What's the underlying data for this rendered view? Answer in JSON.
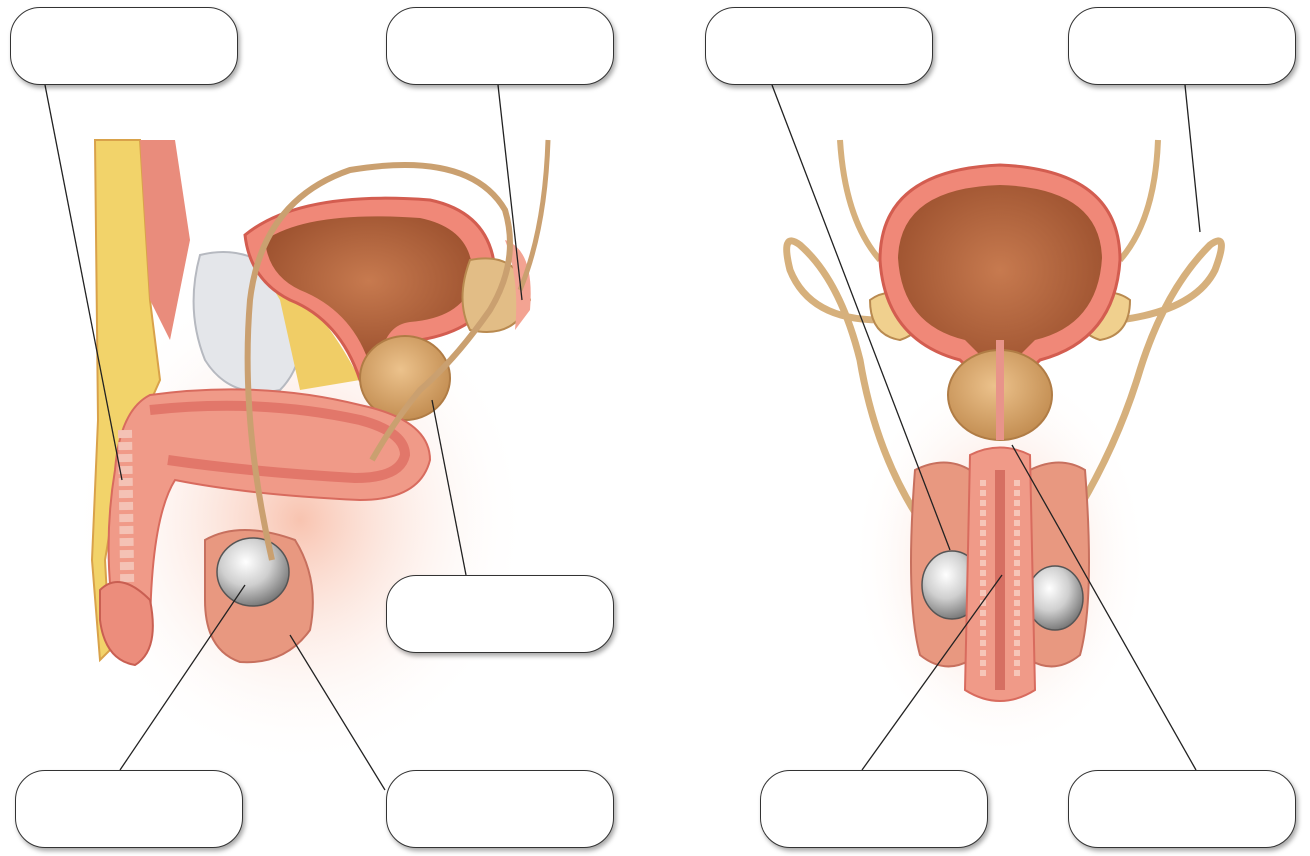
{
  "diagram": {
    "labels": [
      {
        "id": "lb-1",
        "text": ""
      },
      {
        "id": "lb-2",
        "text": ""
      },
      {
        "id": "lb-3",
        "text": ""
      },
      {
        "id": "lb-4",
        "text": ""
      },
      {
        "id": "lb-5",
        "text": ""
      },
      {
        "id": "lb-6",
        "text": ""
      },
      {
        "id": "lb-7",
        "text": ""
      },
      {
        "id": "lb-8",
        "text": ""
      },
      {
        "id": "lb-9",
        "text": ""
      }
    ],
    "colors": {
      "tissue_pink": "#f08878",
      "tissue_light": "#f9c4b4",
      "bladder_brown": "#b4663f",
      "fat_yellow": "#f2d36a",
      "gland_tan": "#d8a768",
      "duct_tan": "#d6b07c",
      "testis_gray": "#c8c8c8",
      "leader_line": "#222222"
    }
  }
}
